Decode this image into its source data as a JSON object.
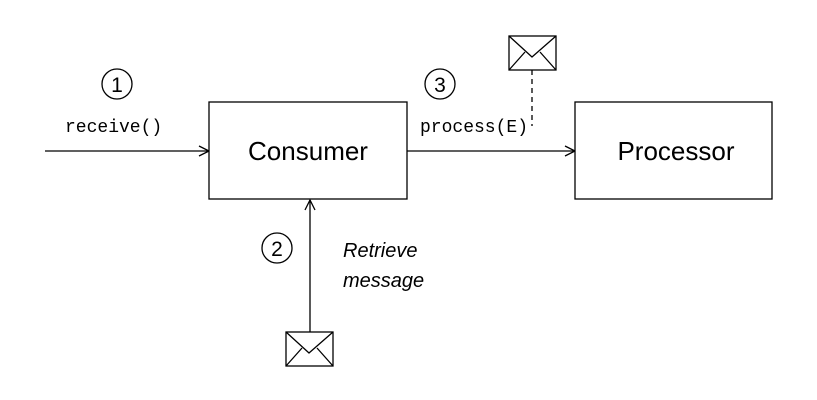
{
  "diagram": {
    "nodes": {
      "consumer": {
        "label": "Consumer"
      },
      "processor": {
        "label": "Processor"
      }
    },
    "steps": [
      {
        "number": "1",
        "label": "receive()"
      },
      {
        "number": "2",
        "label_lines": [
          "Retrieve",
          "message"
        ]
      },
      {
        "number": "3",
        "label": "process(E)"
      }
    ],
    "icons": [
      "envelope-icon",
      "envelope-icon"
    ],
    "colors": {
      "stroke": "#000000",
      "background": "#ffffff"
    }
  }
}
